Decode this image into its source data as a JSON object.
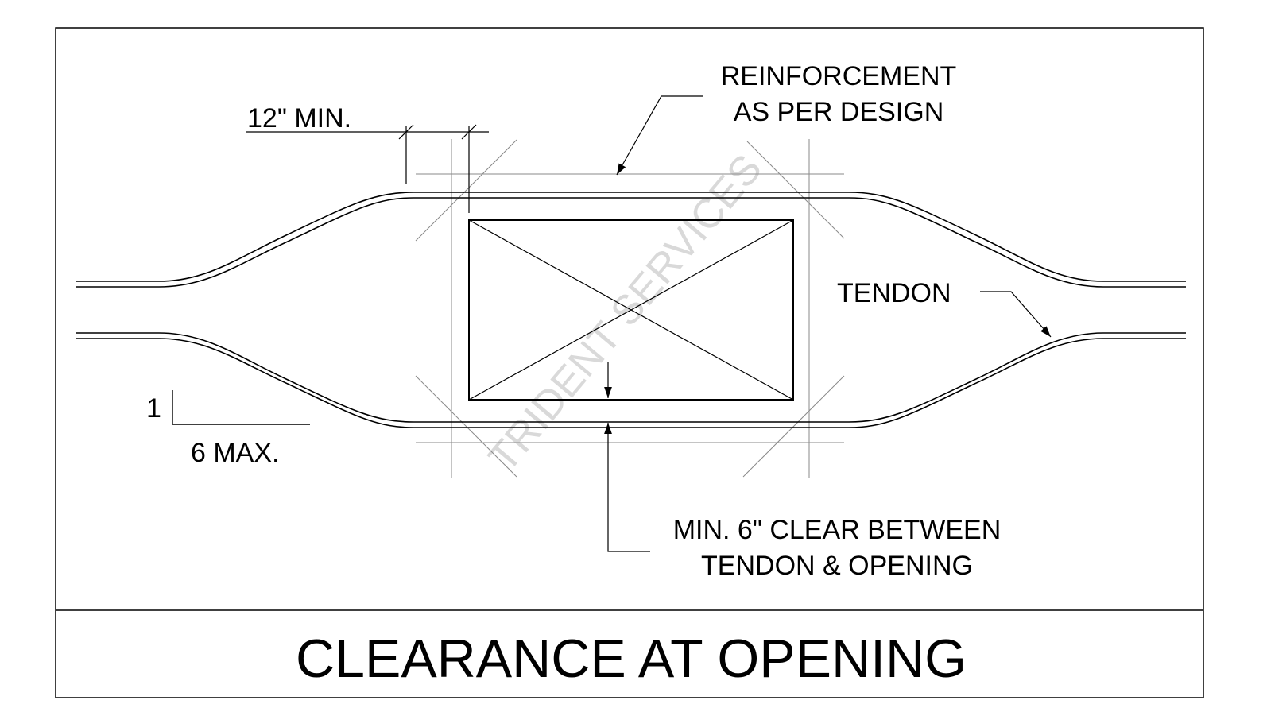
{
  "labels": {
    "reinforcement_line1": "REINFORCEMENT",
    "reinforcement_line2": "AS PER DESIGN",
    "min_12": "12\" MIN.",
    "tendon": "TENDON",
    "slope_rise": "1",
    "slope_run": "6 MAX.",
    "clear_line1": "MIN. 6\" CLEAR BETWEEN",
    "clear_line2": "TENDON & OPENING"
  },
  "title": "CLEARANCE AT OPENING",
  "watermark": "TRIDENT SERVICES",
  "colors": {
    "line": "#000000",
    "construction_line": "#8a8a8a",
    "watermark": "#d9d9d9",
    "background": "#ffffff"
  }
}
